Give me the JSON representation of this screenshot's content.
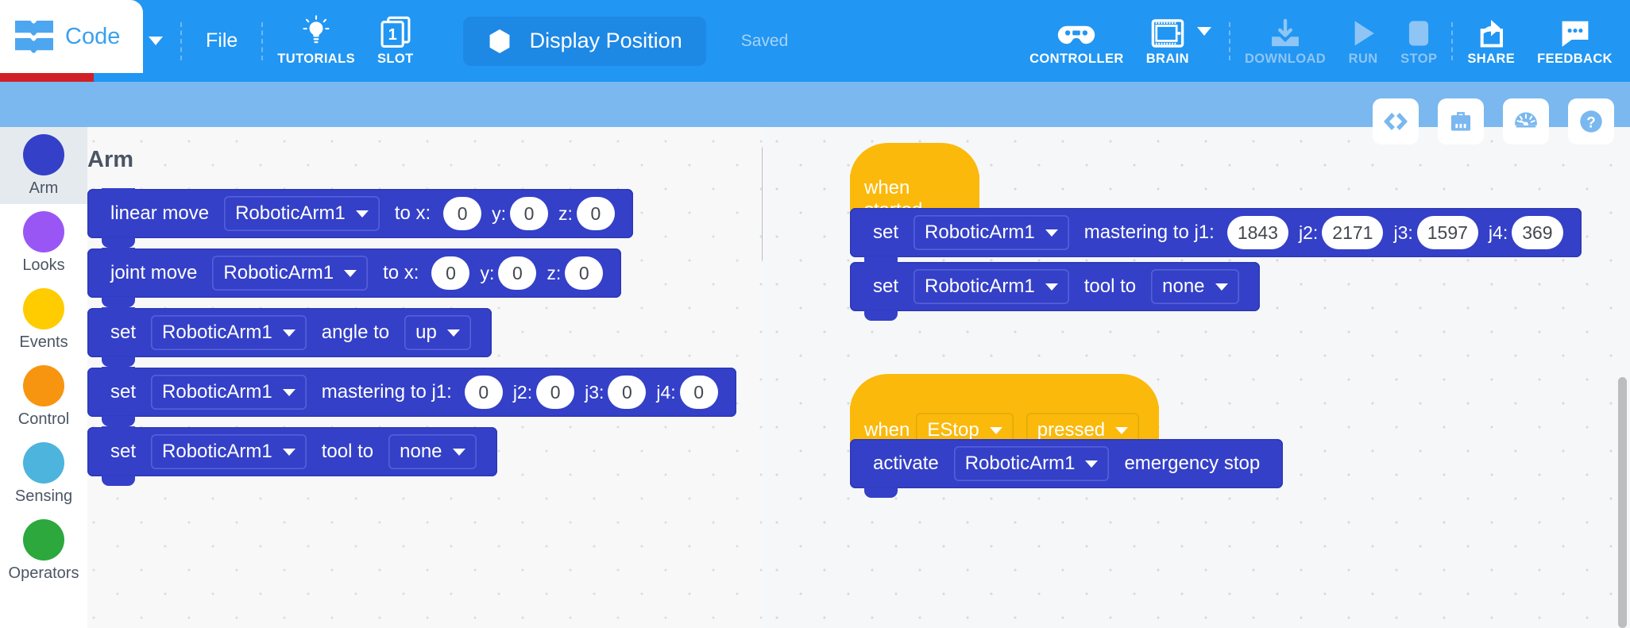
{
  "topbar": {
    "logo": "V5",
    "language_icon": "globe-icon",
    "file_label": "File",
    "tutorials_label": "TUTORIALS",
    "slot_label": "SLOT",
    "slot_number": "1",
    "project_name": "Display Position",
    "save_status": "Saved",
    "controller_label": "CONTROLLER",
    "brain_label": "BRAIN",
    "download_label": "DOWNLOAD",
    "run_label": "RUN",
    "stop_label": "STOP",
    "share_label": "SHARE",
    "feedback_label": "FEEDBACK"
  },
  "secondbar": {
    "tab_code_label": "Code",
    "right_icons": [
      "code-view-icon",
      "toolbox-icon",
      "dashboard-gauge-icon",
      "help-icon"
    ]
  },
  "palette": {
    "title": "Arm",
    "categories": [
      {
        "name": "Arm",
        "color": "#3440c8"
      },
      {
        "name": "Looks",
        "color": "#9a56f5"
      },
      {
        "name": "Events",
        "color": "#ffcc00"
      },
      {
        "name": "Control",
        "color": "#f79510"
      },
      {
        "name": "Sensing",
        "color": "#4cb4dd"
      },
      {
        "name": "Operators",
        "color": "#2ca83d"
      }
    ],
    "blocks": [
      {
        "id": "linear-move",
        "label": "linear move",
        "device": "RoboticArm1",
        "mid": "to x:",
        "fields": [
          {
            "value": "0",
            "unit": ""
          },
          {
            "value": "0",
            "unit": "y:"
          },
          {
            "value": "0",
            "unit": "z:"
          }
        ]
      },
      {
        "id": "joint-move",
        "label": "joint move",
        "device": "RoboticArm1",
        "mid": "to x:",
        "fields": [
          {
            "value": "0",
            "unit": ""
          },
          {
            "value": "0",
            "unit": "y:"
          },
          {
            "value": "0",
            "unit": "z:"
          }
        ]
      },
      {
        "id": "set-angle",
        "label": "set",
        "device": "RoboticArm1",
        "mid": "angle to",
        "dropdown": "up"
      },
      {
        "id": "set-mastering",
        "label": "set",
        "device": "RoboticArm1",
        "mid": "mastering to j1:",
        "fields": [
          {
            "value": "0",
            "unit": ""
          },
          {
            "value": "0",
            "unit": "j2:"
          },
          {
            "value": "0",
            "unit": "j3:"
          },
          {
            "value": "0",
            "unit": "j4:"
          }
        ]
      },
      {
        "id": "set-tool",
        "label": "set",
        "device": "RoboticArm1",
        "mid": "tool to",
        "dropdown": "none"
      }
    ]
  },
  "workspace": {
    "stacks": [
      {
        "id": "when-started-stack",
        "hat": {
          "label": "when started"
        },
        "blocks": [
          {
            "id": "ws-set-mastering",
            "label": "set",
            "device": "RoboticArm1",
            "mid": "mastering to j1:",
            "fields": [
              {
                "value": "1843",
                "unit": ""
              },
              {
                "value": "2171",
                "unit": "j2:"
              },
              {
                "value": "1597",
                "unit": "j3:"
              },
              {
                "value": "369",
                "unit": "j4:"
              }
            ]
          },
          {
            "id": "ws-set-tool",
            "label": "set",
            "device": "RoboticArm1",
            "mid": "tool to",
            "dropdown": "none"
          }
        ]
      },
      {
        "id": "estop-stack",
        "hat": {
          "label": "when",
          "dd1": "EStop",
          "dd2": "pressed"
        },
        "blocks": [
          {
            "id": "ws-activate-estop",
            "label": "activate",
            "device": "RoboticArm1",
            "mid": "emergency stop"
          }
        ]
      }
    ]
  }
}
